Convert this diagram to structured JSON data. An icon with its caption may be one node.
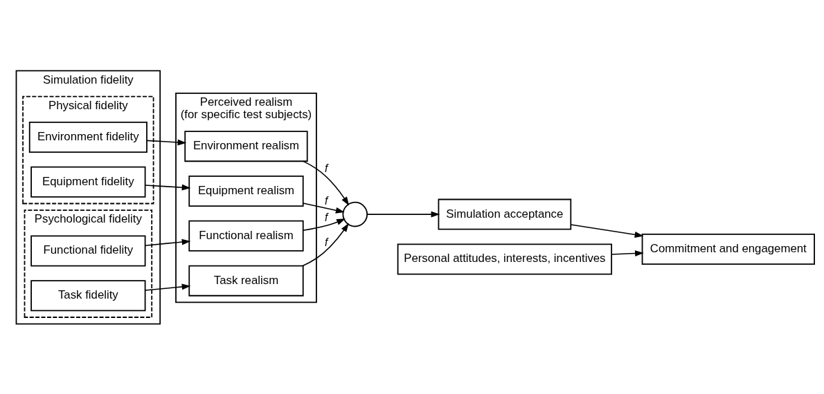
{
  "diagram": {
    "nodes": [
      {
        "text": [
          "Simulation fidelity"
        ]
      },
      {
        "text": [
          "Physical fidelity"
        ],
        "in": 0
      },
      {
        "text": [
          "Environment fidelity"
        ],
        "in": 1
      },
      {
        "text": [
          "Equipment fidelity"
        ],
        "in": 1
      },
      {
        "text": [
          "Psychological fidelity"
        ],
        "in": 0
      },
      {
        "text": [
          "Functional fidelity"
        ],
        "in": 4
      },
      {
        "text": [
          "Task fidelity"
        ],
        "in": 4
      },
      {
        "text": [
          "Perceived realism",
          "(for specific test subjects)"
        ]
      },
      {
        "text": [
          "Environment realism"
        ],
        "in": 7
      },
      {
        "text": [
          "Equipment realism"
        ],
        "in": 7
      },
      {
        "text": [
          "Functional realism"
        ],
        "in": 7
      },
      {
        "text": [
          "Task realism"
        ],
        "in": 7
      },
      {
        "text": [],
        "shape": "circle"
      },
      {
        "text": [
          "Simulation acceptance"
        ]
      },
      {
        "text": [
          "Personal attitudes, interests, incentives"
        ]
      },
      {
        "text": [
          "Commitment and engagement"
        ]
      }
    ],
    "edges": [
      {
        "from": 2,
        "to": 8,
        "arrow": "to"
      },
      {
        "from": 3,
        "to": 9,
        "arrow": "to"
      },
      {
        "from": 5,
        "to": 10,
        "arrow": "to"
      },
      {
        "from": 6,
        "to": 11,
        "arrow": "to"
      },
      {
        "from": 8,
        "to": 12,
        "arrow": "to",
        "label": "f"
      },
      {
        "from": 9,
        "to": 12,
        "arrow": "to",
        "label": "f"
      },
      {
        "from": 10,
        "to": 12,
        "arrow": "to",
        "label": "f"
      },
      {
        "from": 11,
        "to": 12,
        "arrow": "to",
        "label": "f"
      },
      {
        "from": 12,
        "to": 13,
        "arrow": "to"
      },
      {
        "from": 13,
        "to": 15,
        "arrow": "to"
      },
      {
        "from": 14,
        "to": 15,
        "arrow": "to"
      }
    ]
  }
}
